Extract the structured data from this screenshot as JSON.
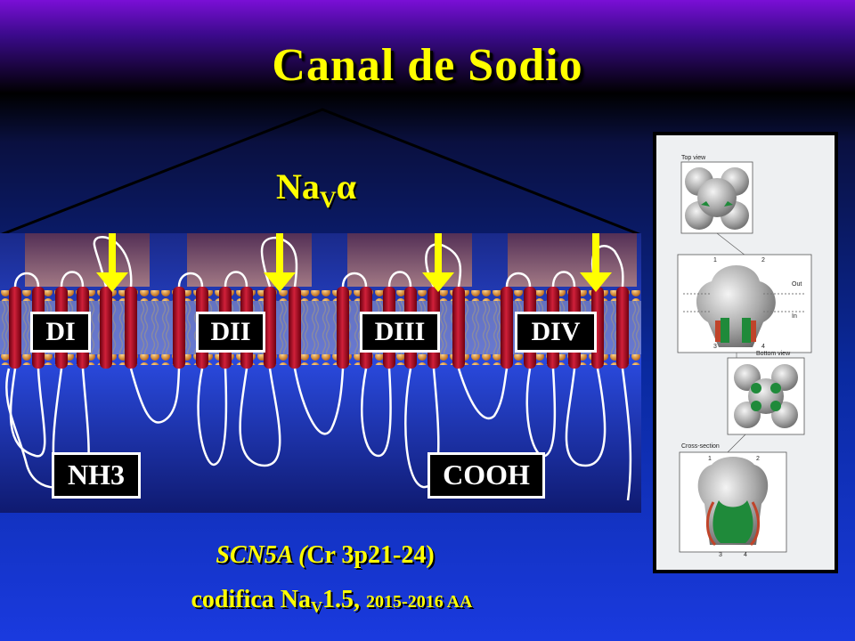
{
  "slide": {
    "title": "Canal de Sodio",
    "channel_label": "Na",
    "channel_sub": "V",
    "channel_suffix": "α",
    "gene_name": "SCN5A (",
    "gene_locus": "Cr 3p21-24)",
    "encodes_prefix": "codifica Na",
    "encodes_sub": "V",
    "encodes_suffix": "1.5,",
    "year": "2015-2016 AA"
  },
  "domains": [
    {
      "label": "DI"
    },
    {
      "label": "DII"
    },
    {
      "label": "DIII"
    },
    {
      "label": "DIV"
    }
  ],
  "termini": {
    "n_term": "NH3",
    "c_term": "COOH"
  },
  "figure": {
    "top_view": "Top view",
    "out": "Out",
    "in": "In",
    "bottom_view": "Bottom view",
    "cross_section": "Cross-section",
    "num1": "1",
    "num2": "2",
    "num3": "3",
    "num4": "4",
    "num1b": "1",
    "num2b": "2",
    "num3b": "3",
    "num4b": "4"
  },
  "colors": {
    "title": "#ffff00",
    "helix": "#b0102a",
    "arrow": "#ffff00",
    "lipid_head": "#e8a040"
  }
}
